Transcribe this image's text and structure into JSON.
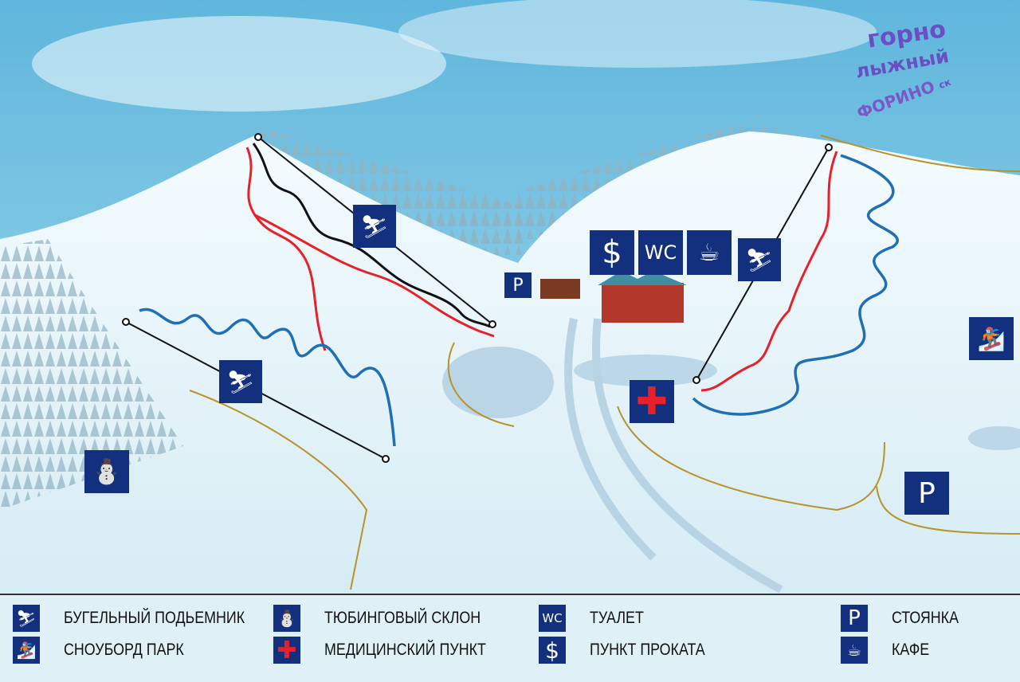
{
  "logo": {
    "lines": [
      "горно",
      "лыжный",
      "ск",
      "ФОРИНО"
    ]
  },
  "map_labels": {
    "wc": "WC",
    "dollar": "$",
    "parking": "P"
  },
  "legend": [
    {
      "icon": "drag-lift-icon",
      "label": "БУГЕЛЬНЫЙ ПОДЬЕМНИК"
    },
    {
      "icon": "snowboard-icon",
      "label": "СНОУБОРД ПАРК"
    },
    {
      "icon": "tubing-icon",
      "label": "ТЮБИНГОВЫЙ СКЛОН"
    },
    {
      "icon": "medical-cross-icon",
      "label": "МЕДИЦИНСКИЙ ПУНКТ"
    },
    {
      "icon": "wc-icon",
      "glyph": "WC",
      "label": "ТУАЛЕТ"
    },
    {
      "icon": "dollar-icon",
      "glyph": "$",
      "label": "ПУНКТ ПРОКАТА"
    },
    {
      "icon": "parking-icon",
      "glyph": "P",
      "label": "СТОЯНКА"
    },
    {
      "icon": "cafe-icon",
      "label": "КАФЕ"
    }
  ],
  "colors": {
    "icon_bg": "#12307d",
    "red_slope": "#e8202a",
    "blue_slope": "#1f6fb5",
    "black_slope": "#111111",
    "fence": "#b8922a"
  }
}
